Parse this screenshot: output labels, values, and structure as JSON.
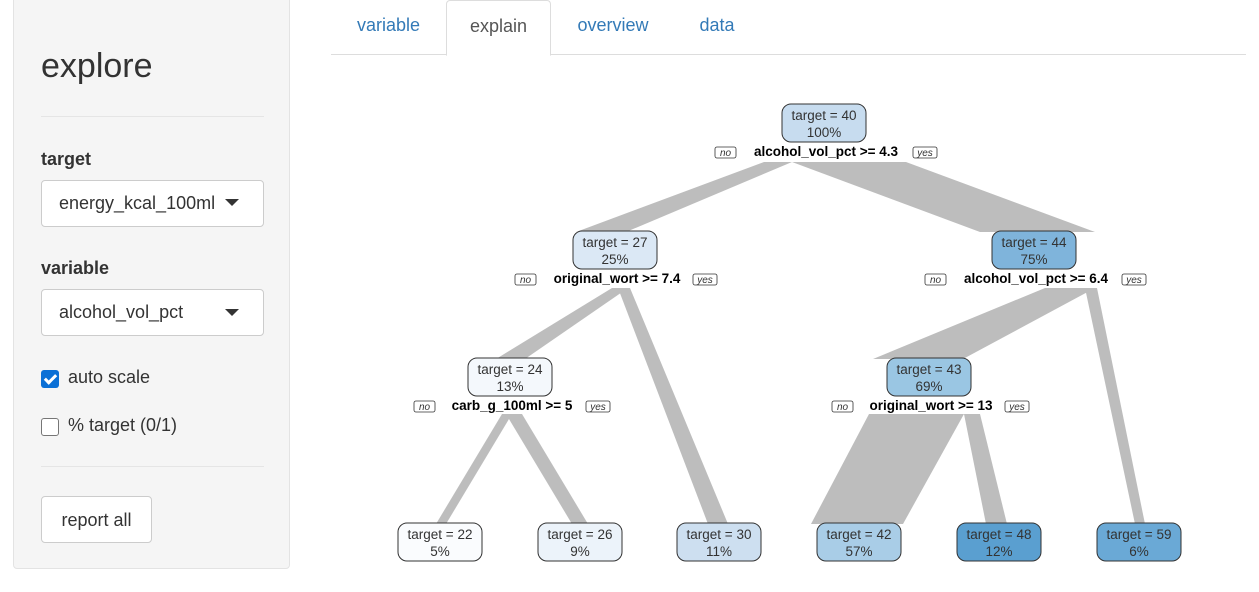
{
  "sidebar": {
    "title": "explore",
    "target_label": "target",
    "target_value": "energy_kcal_100ml",
    "variable_label": "variable",
    "variable_value": "alcohol_vol_pct",
    "auto_scale_label": "auto scale",
    "auto_scale_checked": true,
    "pct_target_label": "% target (0/1)",
    "pct_target_checked": false,
    "report_button": "report all"
  },
  "tabs": [
    {
      "label": "variable",
      "active": false
    },
    {
      "label": "explain",
      "active": true
    },
    {
      "label": "overview",
      "active": false
    },
    {
      "label": "data",
      "active": false
    }
  ],
  "tree": {
    "no_label": "no",
    "yes_label": "yes",
    "nodes": [
      {
        "id": "n1",
        "line1": "target = 40",
        "line2": "100%",
        "split": "alcohol_vol_pct >= 4.3",
        "fill": "#c7dcef"
      },
      {
        "id": "n2",
        "line1": "target = 27",
        "line2": "25%",
        "split": "original_wort >= 7.4",
        "fill": "#dbe8f5"
      },
      {
        "id": "n3",
        "line1": "target = 44",
        "line2": "75%",
        "split": "alcohol_vol_pct >= 6.4",
        "fill": "#7fb4db"
      },
      {
        "id": "n4",
        "line1": "target = 24",
        "line2": "13%",
        "split": "carb_g_100ml >= 5",
        "fill": "#f4f8fc"
      },
      {
        "id": "n5",
        "line1": "target = 43",
        "line2": "69%",
        "split": "original_wort >= 13",
        "fill": "#9ac6e3"
      },
      {
        "id": "n6",
        "line1": "target = 22",
        "line2": "5%",
        "split": "",
        "fill": "#fafcfe"
      },
      {
        "id": "n7",
        "line1": "target = 26",
        "line2": "9%",
        "split": "",
        "fill": "#ecf3fa"
      },
      {
        "id": "n8",
        "line1": "target = 30",
        "line2": "11%",
        "split": "",
        "fill": "#cddff0"
      },
      {
        "id": "n9",
        "line1": "target = 42",
        "line2": "57%",
        "split": "",
        "fill": "#a9cde7"
      },
      {
        "id": "n10",
        "line1": "target = 48",
        "line2": "12%",
        "split": "",
        "fill": "#5a9fd0"
      },
      {
        "id": "n11",
        "line1": "target = 59",
        "line2": "6%",
        "split": "",
        "fill": "#6aa9d6"
      }
    ]
  },
  "colors": {
    "tab_link": "#337ab7",
    "checkbox": "#0b70d6",
    "branch": "#bdbdbd"
  }
}
